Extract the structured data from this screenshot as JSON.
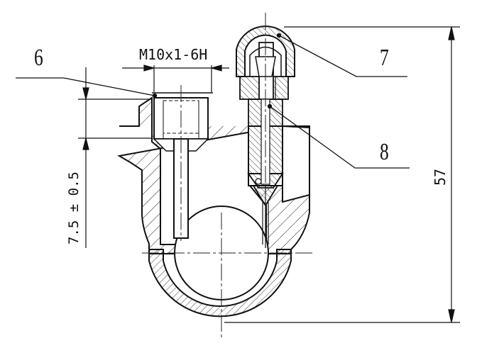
{
  "callouts": {
    "part_6": "6",
    "part_7": "7",
    "part_8": "8"
  },
  "dimensions": {
    "thread": "M10x1-6H",
    "depth": "7.5 ± 0.5",
    "height": "57"
  },
  "colors": {
    "line": "#111111",
    "background": "#ffffff"
  }
}
